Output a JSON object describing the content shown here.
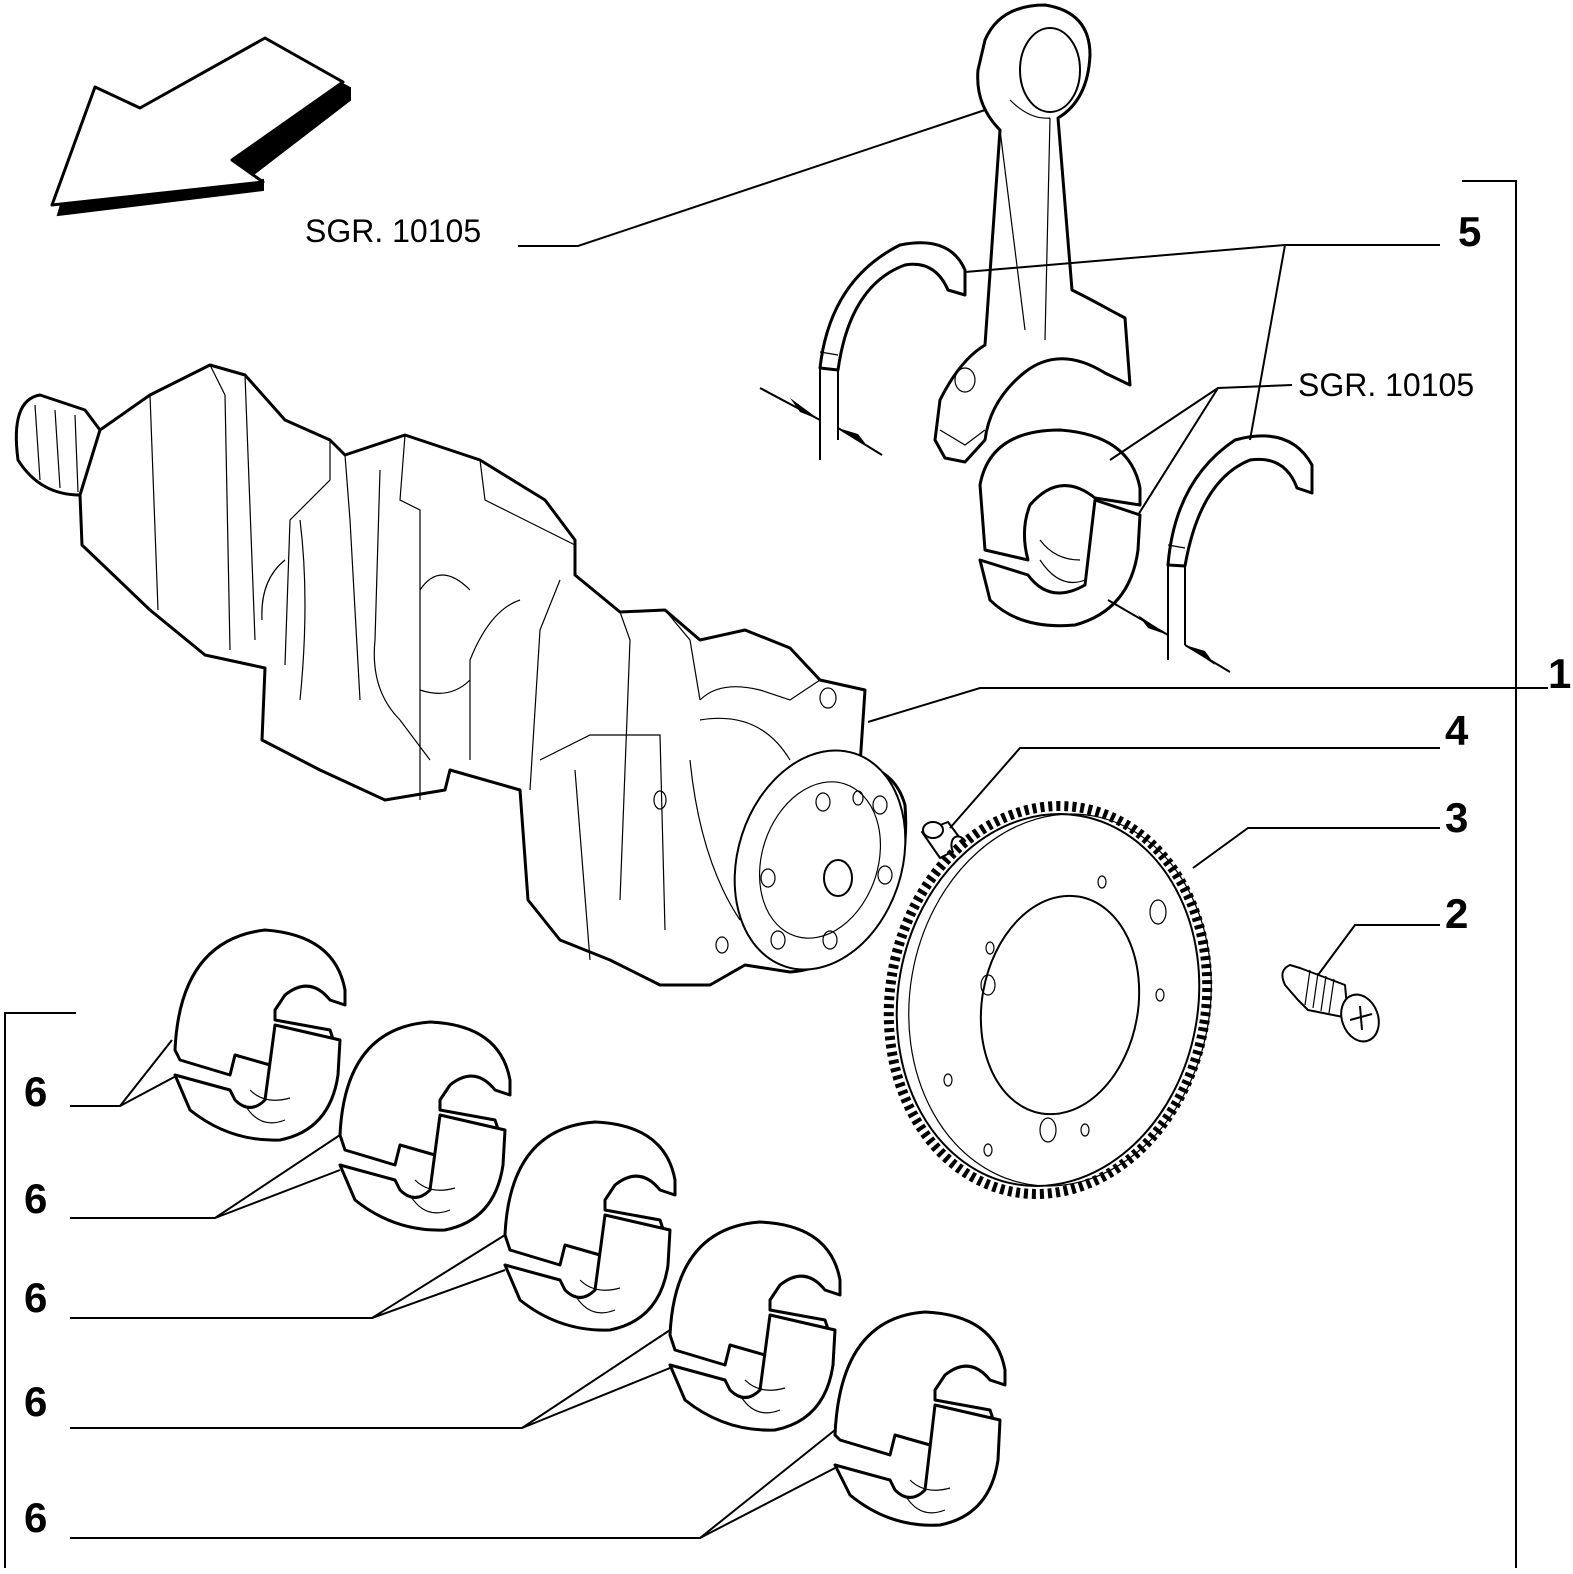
{
  "references": {
    "top": "SGR. 10105",
    "right": "SGR. 10105"
  },
  "callouts": {
    "n1": "1",
    "n2": "2",
    "n3": "3",
    "n4": "4",
    "n5": "5",
    "n6": [
      "6",
      "6",
      "6",
      "6",
      "6"
    ]
  },
  "icons": {
    "direction": "direction-arrow-icon"
  }
}
